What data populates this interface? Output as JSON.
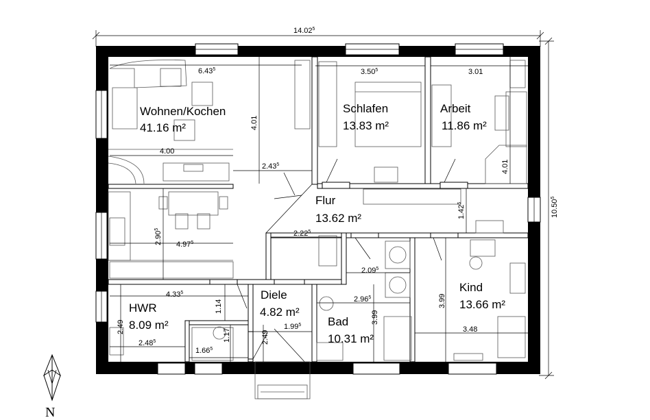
{
  "rooms": [
    {
      "name": "Wohnen/Kochen",
      "area": "41.16 m²"
    },
    {
      "name": "Schlafen",
      "area": "13.83 m²"
    },
    {
      "name": "Arbeit",
      "area": "11.86 m²"
    },
    {
      "name": "Flur",
      "area": "13.62 m²"
    },
    {
      "name": "Diele",
      "area": "4.82 m²"
    },
    {
      "name": "HWR",
      "area": "8.09 m²"
    },
    {
      "name": "Bad",
      "area": "10.31 m²"
    },
    {
      "name": "Kind",
      "area": "13.66 m²"
    }
  ],
  "dimensions": {
    "overall_width": {
      "main": "14.02",
      "sup": "5"
    },
    "overall_height": {
      "main": "10.50",
      "sup": "5"
    },
    "d_643": {
      "main": "6.43",
      "sup": "5"
    },
    "d_350": {
      "main": "3.50",
      "sup": "5"
    },
    "d_301": {
      "main": "3.01",
      "sup": ""
    },
    "d_401_a": {
      "main": "4.01",
      "sup": ""
    },
    "d_400": {
      "main": "4.00",
      "sup": ""
    },
    "d_243": {
      "main": "2.43",
      "sup": "5"
    },
    "d_401_b": {
      "main": "4.01",
      "sup": ""
    },
    "d_142": {
      "main": "1.42",
      "sup": "5"
    },
    "d_290": {
      "main": "2.90",
      "sup": "5"
    },
    "d_497": {
      "main": "4.97",
      "sup": "5"
    },
    "d_222": {
      "main": "2.22",
      "sup": "5"
    },
    "d_209": {
      "main": "2.09",
      "sup": "5"
    },
    "d_433": {
      "main": "4.33",
      "sup": "5"
    },
    "d_114": {
      "main": "1.14",
      "sup": ""
    },
    "d_296": {
      "main": "2.96",
      "sup": "5"
    },
    "d_399_a": {
      "main": "3.99",
      "sup": ""
    },
    "d_399_b": {
      "main": "3.99",
      "sup": ""
    },
    "d_249_a": {
      "main": "2.49",
      "sup": ""
    },
    "d_199": {
      "main": "1.99",
      "sup": "5"
    },
    "d_348": {
      "main": "3.48",
      "sup": ""
    },
    "d_117": {
      "main": "1.17",
      "sup": ""
    },
    "d_249_b": {
      "main": "2.49",
      "sup": ""
    },
    "d_248": {
      "main": "2.48",
      "sup": "5"
    },
    "d_166": {
      "main": "1.66",
      "sup": "5"
    }
  },
  "north": {
    "label": "N"
  }
}
